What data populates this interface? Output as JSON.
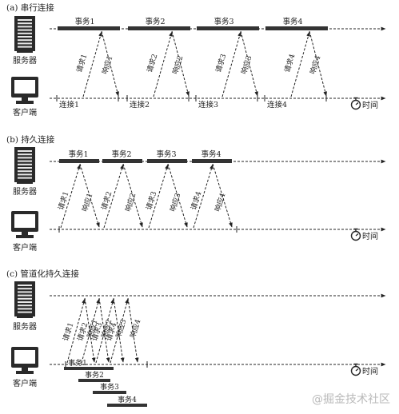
{
  "colors": {
    "ink": "#222222",
    "bar": "#333333",
    "watermark": "#b9b9b9"
  },
  "icons": {
    "server": "server-rack-icon",
    "client": "computer-monitor-icon",
    "clock": "stopwatch-icon"
  },
  "watermark": "@掘金技术社区",
  "panels": [
    {
      "id": "a",
      "title": "(a) 串行连接",
      "server_label": "服务器",
      "client_label": "客户端",
      "time_label": "时间",
      "transactions": [
        {
          "label": "事务1",
          "request": "请求1",
          "response": "响应1",
          "connection": "连接1"
        },
        {
          "label": "事务2",
          "request": "请求2",
          "response": "响应2",
          "connection": "连接2"
        },
        {
          "label": "事务3",
          "request": "请求3",
          "response": "响应3",
          "connection": "连接3"
        },
        {
          "label": "事务4",
          "request": "请求4",
          "response": "响应4",
          "connection": "连接4"
        }
      ]
    },
    {
      "id": "b",
      "title": "(b) 持久连接",
      "server_label": "服务器",
      "client_label": "客户端",
      "time_label": "时间",
      "transactions": [
        {
          "label": "事务1",
          "request": "请求1",
          "response": "响应1"
        },
        {
          "label": "事务2",
          "request": "请求2",
          "response": "响应2"
        },
        {
          "label": "事务3",
          "request": "请求3",
          "response": "响应3"
        },
        {
          "label": "事务4",
          "request": "请求4",
          "response": "响应4"
        }
      ]
    },
    {
      "id": "c",
      "title": "(c) 管道化持久连接",
      "server_label": "服务器",
      "client_label": "客户端",
      "time_label": "时间",
      "transactions": [
        {
          "label": "事务1",
          "request": "请求1",
          "response": "响应1"
        },
        {
          "label": "事务2",
          "request": "请求2",
          "response": "响应2"
        },
        {
          "label": "事务3",
          "request": "请求3",
          "response": "响应3"
        },
        {
          "label": "事务4",
          "request": "请求4",
          "response": "响应4"
        }
      ]
    }
  ]
}
